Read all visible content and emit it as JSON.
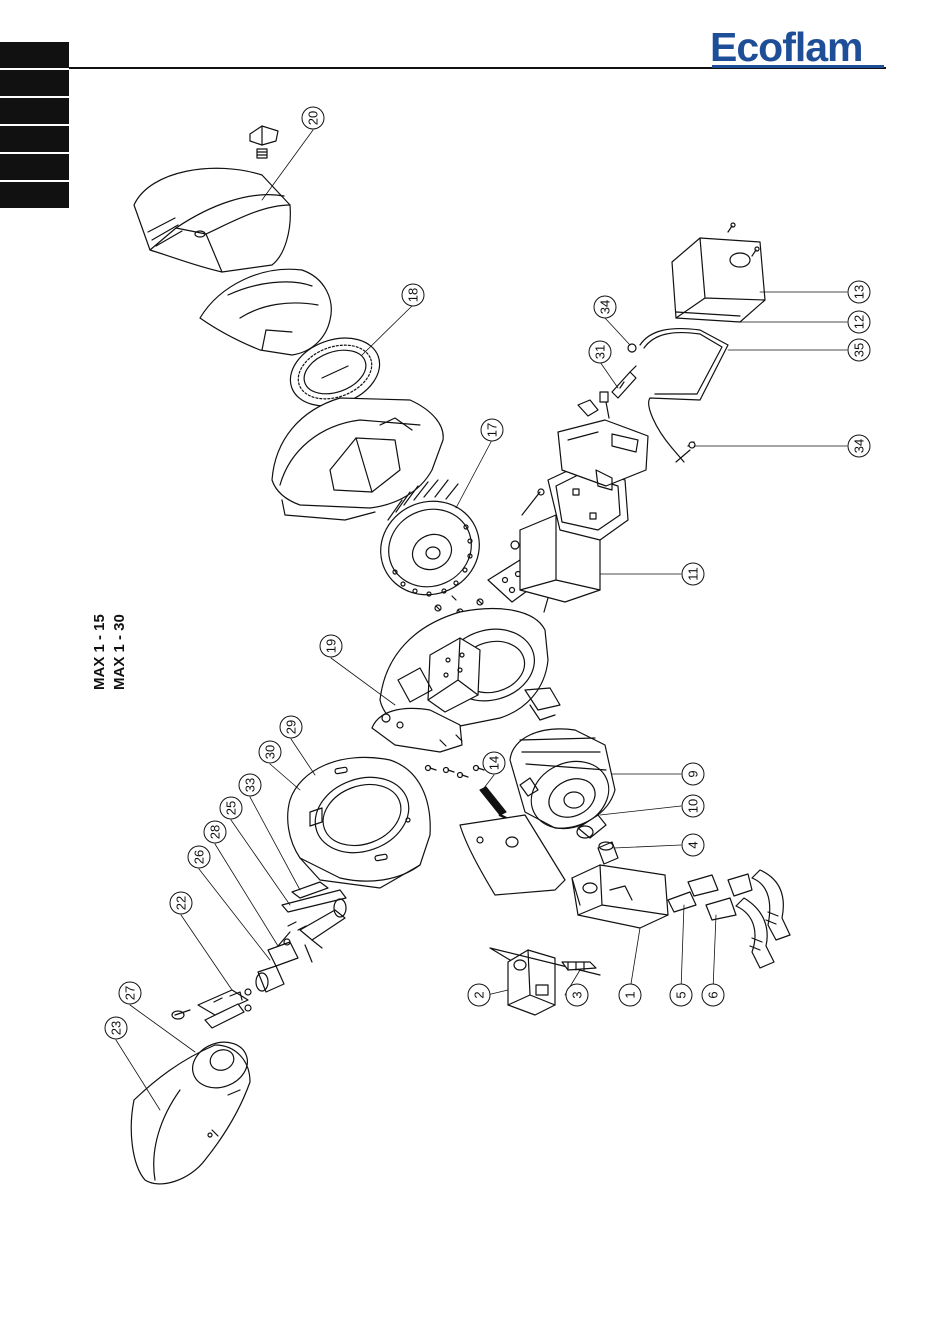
{
  "logo": {
    "text": "Ecoflam"
  },
  "models": [
    "MAX 1 - 15",
    "MAX 1 - 30"
  ],
  "colors": {
    "brand": "#1f4e99",
    "ink": "#111111"
  },
  "callouts": [
    {
      "id": "20",
      "label": "20"
    },
    {
      "id": "18",
      "label": "18"
    },
    {
      "id": "17",
      "label": "17"
    },
    {
      "id": "13",
      "label": "13"
    },
    {
      "id": "12",
      "label": "12"
    },
    {
      "id": "35",
      "label": "35"
    },
    {
      "id": "34a",
      "label": "34"
    },
    {
      "id": "31",
      "label": "31"
    },
    {
      "id": "34b",
      "label": "34"
    },
    {
      "id": "11",
      "label": "11"
    },
    {
      "id": "19",
      "label": "19"
    },
    {
      "id": "29",
      "label": "29"
    },
    {
      "id": "30",
      "label": "30"
    },
    {
      "id": "33",
      "label": "33"
    },
    {
      "id": "25",
      "label": "25"
    },
    {
      "id": "28",
      "label": "28"
    },
    {
      "id": "26",
      "label": "26"
    },
    {
      "id": "22",
      "label": "22"
    },
    {
      "id": "27",
      "label": "27"
    },
    {
      "id": "23",
      "label": "23"
    },
    {
      "id": "14",
      "label": "14"
    },
    {
      "id": "9",
      "label": "9"
    },
    {
      "id": "10",
      "label": "10"
    },
    {
      "id": "4",
      "label": "4"
    },
    {
      "id": "2",
      "label": "2"
    },
    {
      "id": "3",
      "label": "3"
    },
    {
      "id": "1",
      "label": "1"
    },
    {
      "id": "5",
      "label": "5"
    },
    {
      "id": "6",
      "label": "6"
    }
  ]
}
